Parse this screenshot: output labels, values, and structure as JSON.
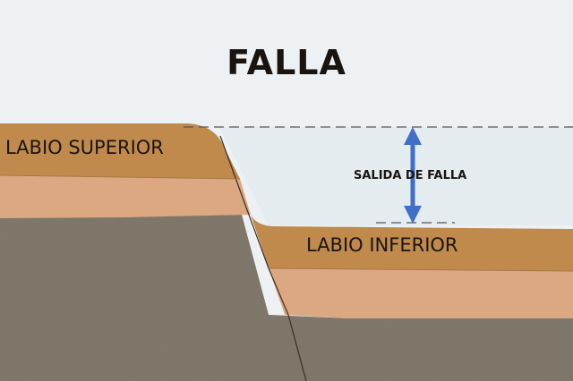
{
  "title": "FALLA",
  "labels": {
    "upper_block": "LABIO SUPERIOR",
    "lower_block": "LABIO INFERIOR",
    "throw": "SALIDA DE FALLA"
  },
  "colors": {
    "sky": "#eef1f3",
    "shaded_zone": "#e4ecf0",
    "top_layer": "#c08a4c",
    "middle_layer": "#dba882",
    "bedrock": "#7d7468",
    "arrow": "#3f6fc9",
    "reference_line": "#555555"
  }
}
